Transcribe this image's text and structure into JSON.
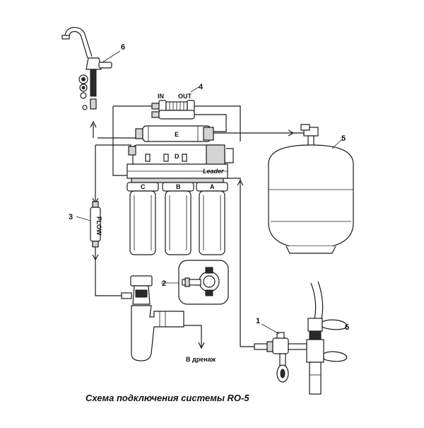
{
  "diagram": {
    "caption": "Схема подключения системы RO-5",
    "callouts": [
      "1",
      "2",
      "3",
      "4",
      "5",
      "6"
    ],
    "post_filter_ports": {
      "in": "IN",
      "out": "OUT"
    },
    "filter_letters": {
      "e": "E",
      "d": "D",
      "c": "C",
      "b": "B",
      "a": "A"
    },
    "brand": "Leader",
    "flow_restrictor": "FLOW",
    "drain_label": "В дренаж"
  },
  "colors": {
    "line": "#1a1a1a",
    "shade": "#d4d4d4",
    "background": "#ffffff"
  }
}
